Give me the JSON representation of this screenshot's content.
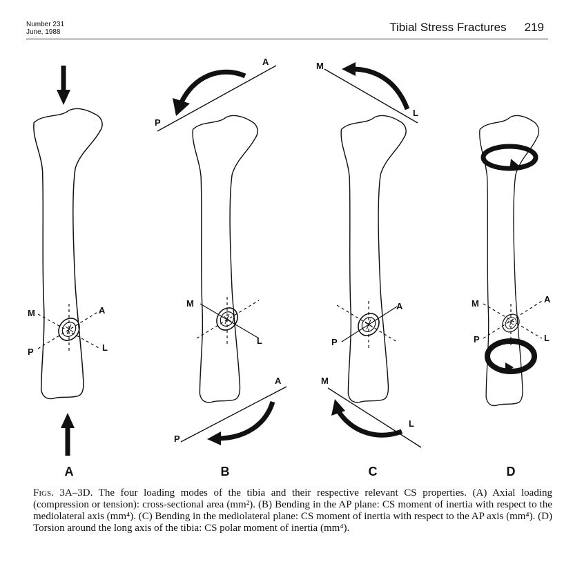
{
  "header": {
    "number": "Number 231",
    "date": "June, 1988",
    "title": "Tibial Stress Fractures",
    "page": "219"
  },
  "figure": {
    "panel_labels": [
      "A",
      "B",
      "C",
      "D"
    ],
    "axis_labels": {
      "medial": "M",
      "anterior": "A",
      "posterior": "P",
      "lateral": "L"
    }
  },
  "caption": {
    "label": "Figs. 3A–3D.",
    "text": "The four loading modes of the tibia and their respective relevant CS properties. (A) Axial loading (compression or tension): cross-sectional area (mm²). (B) Bending in the AP plane: CS moment of inertia with respect to the mediolateral axis (mm⁴). (C) Bending in the mediolateral plane: CS moment of inertia with respect to the AP axis (mm⁴). (D) Torsion around the long axis of the tibia: CS polar moment of inertia (mm⁴)."
  }
}
